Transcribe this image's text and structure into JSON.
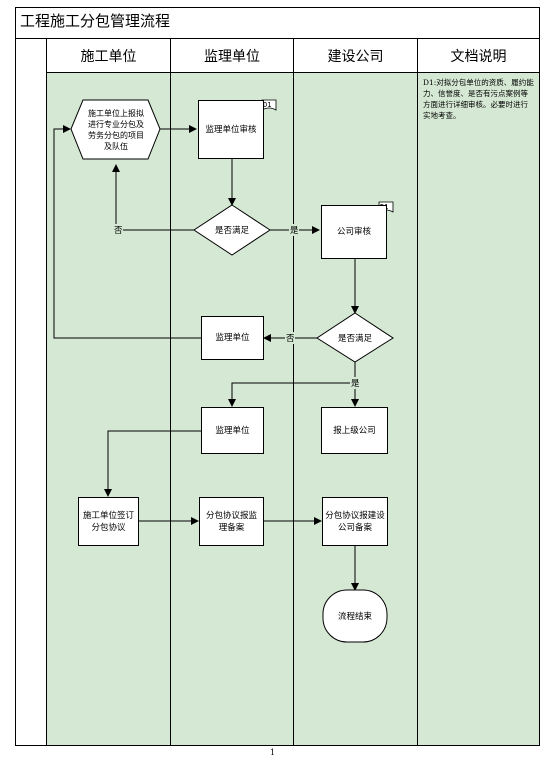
{
  "title": "工程施工分包管理流程",
  "lanes": [
    "施工单位",
    "监理单位",
    "建设公司",
    "文档说明"
  ],
  "nodes": {
    "start": "施工单位上报拟进行专业分包及劳务分包的项目及队伍",
    "supervisor_review": "监理单位审核",
    "decision1": "是否满足",
    "company_review": "公司审核",
    "decision2": "是否满足",
    "supervisor_unit_1": "监理单位",
    "supervisor_unit_2": "监理单位",
    "report_company": "报上级公司",
    "sign_contract": "施工单位签订分包协议",
    "report_supervisor": "分包协议报监理备案",
    "report_builder": "分包协议报建设公司备案",
    "end": "流程结束"
  },
  "doc_tags": [
    "D1",
    "D1"
  ],
  "edge_labels": {
    "no1": "否",
    "yes1": "是",
    "no2": "否",
    "yes2": "是"
  },
  "doc_note": "D1:对拟分包单位的资质、履约能力、信誉度、是否有污点案例等方面进行详细审核。必要时进行实地考查。",
  "page_number": "1",
  "colors": {
    "lane_bg": "#d5e8d4",
    "line": "#000000"
  }
}
